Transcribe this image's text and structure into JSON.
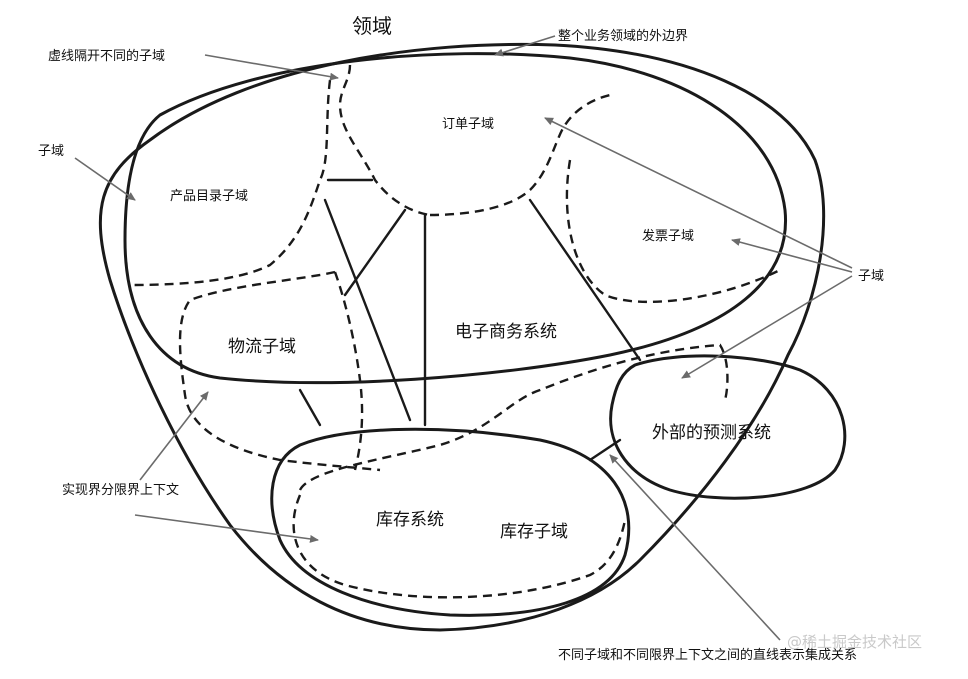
{
  "title": "领域",
  "labels": {
    "outer_boundary": "整个业务领域的外边界",
    "dashed_note": "虚线隔开不同的子域",
    "subdomain_left": "子域",
    "subdomain_right": "子域",
    "product_catalog": "产品目录子域",
    "order": "订单子域",
    "invoice": "发票子域",
    "logistics": "物流子域",
    "ecommerce_system": "电子商务系统",
    "external_forecast": "外部的预测系统",
    "inventory_system": "库存系统",
    "inventory_subdomain": "库存子域",
    "bounded_context_note": "实现界分限界上下文",
    "integration_note": "不同子域和不同限界上下文之间的直线表示集成关系"
  },
  "watermark": "@稀土掘金技术社区"
}
